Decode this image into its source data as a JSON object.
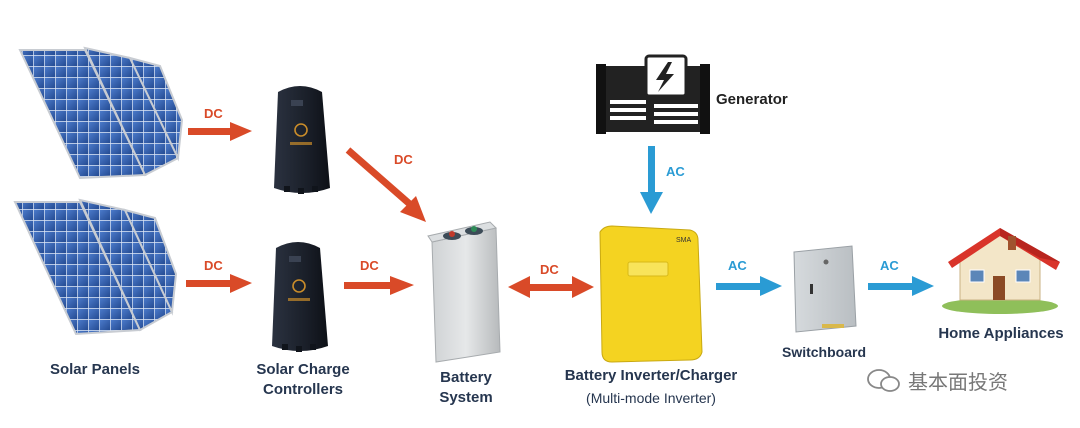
{
  "labels": {
    "solar_panels": "Solar Panels",
    "charge_controllers_line1": "Solar Charge",
    "charge_controllers_line2": "Controllers",
    "battery_line1": "Battery",
    "battery_line2": "System",
    "inverter": "Battery Inverter/Charger",
    "inverter_sub": "(Multi-mode Inverter)",
    "switchboard": "Switchboard",
    "home": "Home Appliances",
    "generator": "Generator"
  },
  "flows": {
    "dc": "DC",
    "ac": "AC"
  },
  "watermark": "基本面投资",
  "colors": {
    "dc_arrow": "#d94a28",
    "ac_arrow": "#2a9bd4",
    "inverter_yellow": "#f4d321",
    "panel_blue": "#2c5aa8"
  }
}
